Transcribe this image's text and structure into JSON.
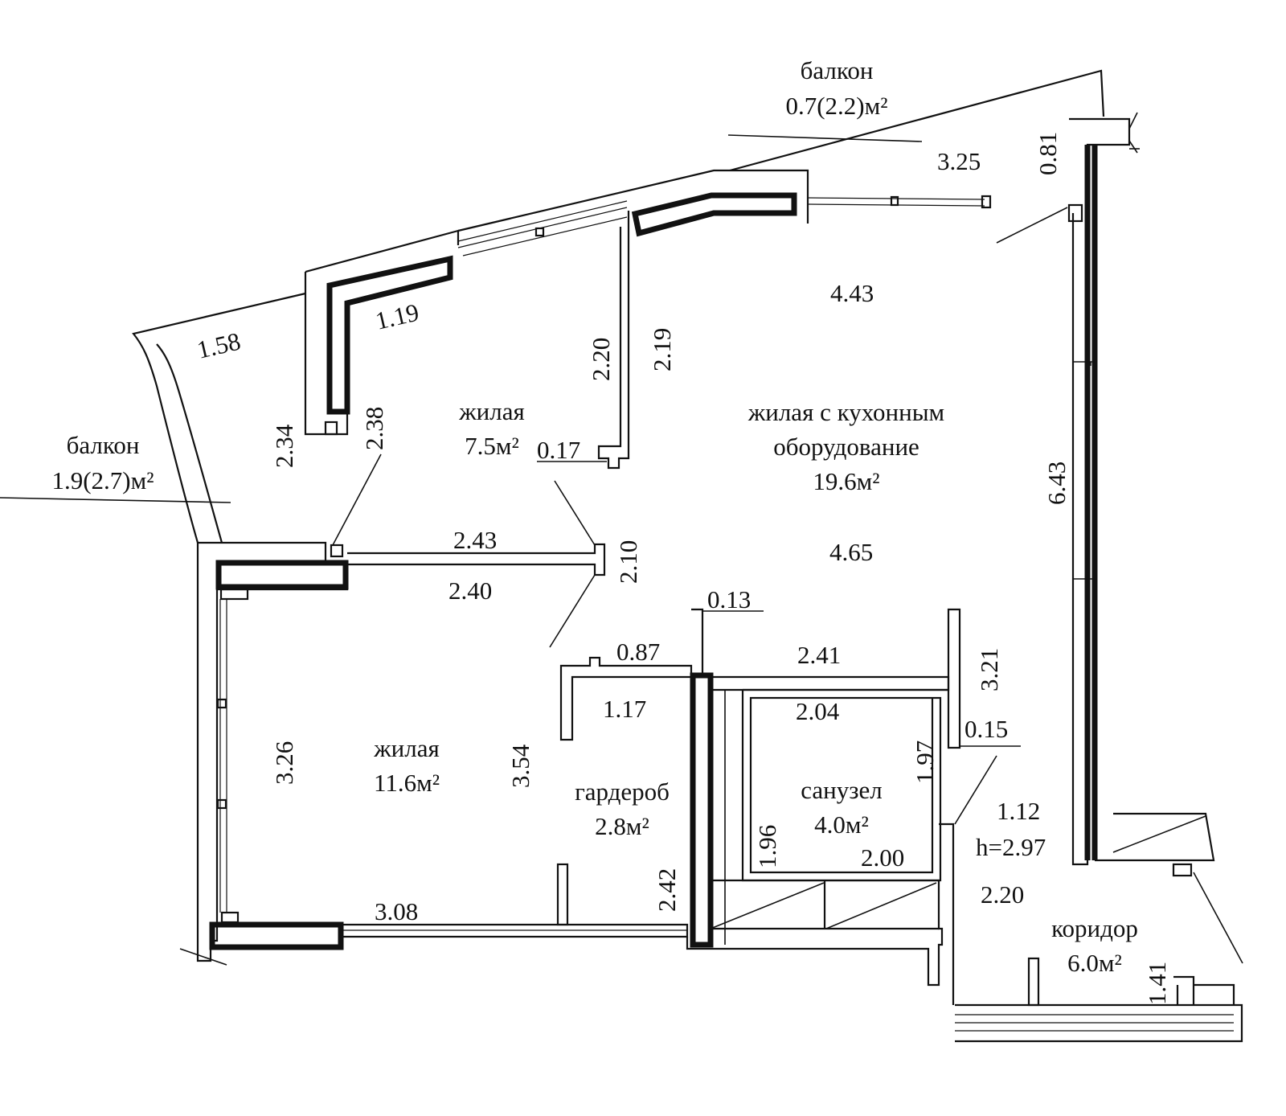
{
  "rooms": {
    "balcony_top": {
      "name": "балкон",
      "area": "0.7(2.2)м²"
    },
    "balcony_left": {
      "name": "балкон",
      "area": "1.9(2.7)м²"
    },
    "living_small": {
      "name": "жилая",
      "area": "7.5м²"
    },
    "living_kitchen": {
      "name": "жилая с кухонным",
      "name2": "оборудование",
      "area": "19.6м²"
    },
    "living_large": {
      "name": "жилая",
      "area": "11.6м²"
    },
    "wardrobe": {
      "name": "гардероб",
      "area": "2.8м²"
    },
    "bathroom": {
      "name": "санузел",
      "area": "4.0м²"
    },
    "corridor": {
      "name": "коридор",
      "area": "6.0м²"
    }
  },
  "dimensions": {
    "d_3_25": "3.25",
    "d_0_81": "0.81",
    "d_4_43": "4.43",
    "d_1_19": "1.19",
    "d_1_58": "1.58",
    "d_2_20_top": "2.20",
    "d_2_19": "2.19",
    "d_2_34": "2.34",
    "d_2_38": "2.38",
    "d_0_17": "0.17",
    "d_6_43": "6.43",
    "d_2_43": "2.43",
    "d_2_10": "2.10",
    "d_4_65": "4.65",
    "d_2_40": "2.40",
    "d_0_13": "0.13",
    "d_0_87": "0.87",
    "d_2_41": "2.41",
    "d_3_21": "3.21",
    "d_1_17": "1.17",
    "d_2_04": "2.04",
    "d_0_15": "0.15",
    "d_3_26": "3.26",
    "d_3_54": "3.54",
    "d_1_97": "1.97",
    "d_1_12": "1.12",
    "ceiling_height": "h=2.97",
    "d_1_96": "1.96",
    "d_2_00": "2.00",
    "d_2_42": "2.42",
    "d_3_08": "3.08",
    "d_2_20_bottom": "2.20",
    "d_1_41": "1.41"
  }
}
